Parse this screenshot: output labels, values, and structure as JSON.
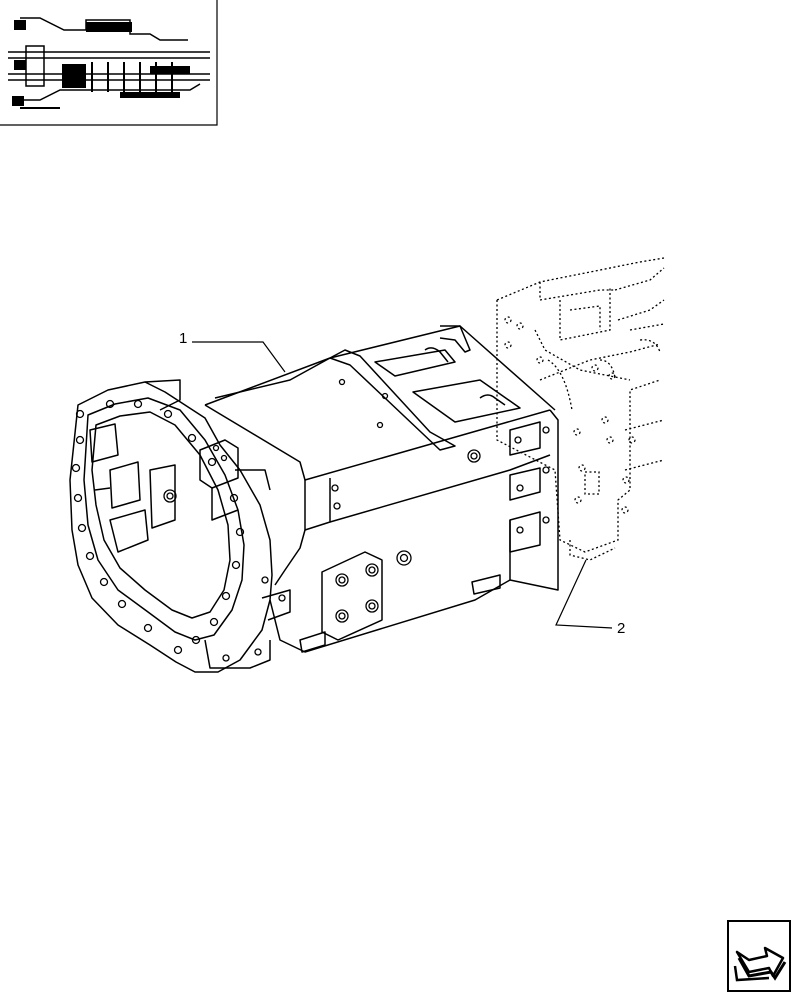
{
  "callouts": [
    {
      "id": "1",
      "label": "1"
    },
    {
      "id": "2",
      "label": "2"
    }
  ],
  "icons": {
    "thumbnail": "transmission-section-thumbnail-icon",
    "next_page": "arrow-next-page-icon"
  },
  "colors": {
    "line": "#000000",
    "background": "#ffffff"
  }
}
